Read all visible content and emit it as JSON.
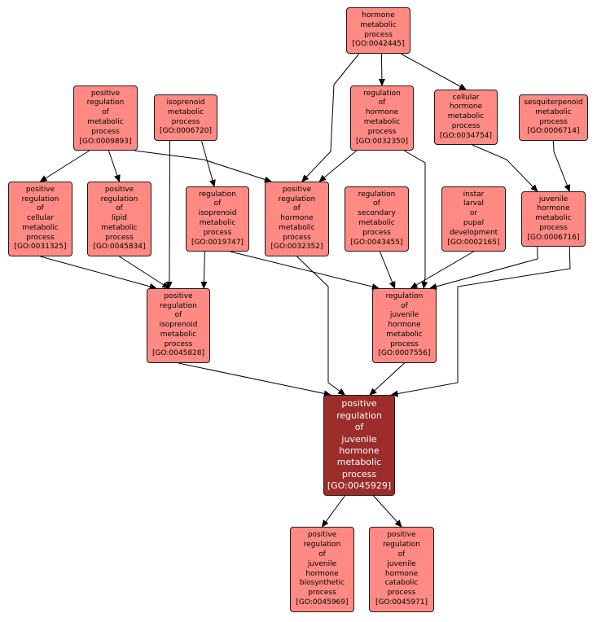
{
  "nodes": [
    {
      "id": "GO:0042445",
      "lines": [
        "hormone",
        "metabolic",
        "process",
        "[GO:0042445]"
      ]
    },
    {
      "id": "GO:0009893",
      "lines": [
        "positive",
        "regulation",
        "of",
        "metabolic",
        "process",
        "[GO:0009893]"
      ]
    },
    {
      "id": "GO:0006720",
      "lines": [
        "isoprenoid",
        "metabolic",
        "process",
        "[GO:0006720]"
      ]
    },
    {
      "id": "GO:0032350",
      "lines": [
        "regulation",
        "of",
        "hormone",
        "metabolic",
        "process",
        "[GO:0032350]"
      ]
    },
    {
      "id": "GO:0034754",
      "lines": [
        "cellular",
        "hormone",
        "metabolic",
        "process",
        "[GO:0034754]"
      ]
    },
    {
      "id": "GO:0006714",
      "lines": [
        "sesquiterpenoid",
        "metabolic",
        "process",
        "[GO:0006714]"
      ]
    },
    {
      "id": "GO:0031325",
      "lines": [
        "positive",
        "regulation",
        "of",
        "cellular",
        "metabolic",
        "process",
        "[GO:0031325]"
      ]
    },
    {
      "id": "GO:0045834",
      "lines": [
        "positive",
        "regulation",
        "of",
        "lipid",
        "metabolic",
        "process",
        "[GO:0045834]"
      ]
    },
    {
      "id": "GO:0019747",
      "lines": [
        "regulation",
        "of",
        "isoprenoid",
        "metabolic",
        "process",
        "[GO:0019747]"
      ]
    },
    {
      "id": "GO:0032352",
      "lines": [
        "positive",
        "regulation",
        "of",
        "hormone",
        "metabolic",
        "process",
        "[GO:0032352]"
      ]
    },
    {
      "id": "GO:0043455",
      "lines": [
        "regulation",
        "of",
        "secondary",
        "metabolic",
        "process",
        "[GO:0043455]"
      ]
    },
    {
      "id": "GO:0002165",
      "lines": [
        "instar",
        "larval",
        "or",
        "pupal",
        "development",
        "[GO:0002165]"
      ]
    },
    {
      "id": "GO:0006716",
      "lines": [
        "juvenile",
        "hormone",
        "metabolic",
        "process",
        "[GO:0006716]"
      ]
    },
    {
      "id": "GO:0045828",
      "lines": [
        "positive",
        "regulation",
        "of",
        "isoprenoid",
        "metabolic",
        "process",
        "[GO:0045828]"
      ]
    },
    {
      "id": "GO:0007556",
      "lines": [
        "regulation",
        "of",
        "juvenile",
        "hormone",
        "metabolic",
        "process",
        "[GO:0007556]"
      ]
    },
    {
      "id": "GO:0045929",
      "focus": true,
      "lines": [
        "positive",
        "regulation",
        "of",
        "juvenile",
        "hormone",
        "metabolic",
        "process",
        "[GO:0045929]"
      ]
    },
    {
      "id": "GO:0045969",
      "lines": [
        "positive",
        "regulation",
        "of",
        "juvenile",
        "hormone",
        "biosynthetic",
        "process",
        "[GO:0045969]"
      ]
    },
    {
      "id": "GO:0045971",
      "lines": [
        "positive",
        "regulation",
        "of",
        "juvenile",
        "hormone",
        "catabolic",
        "process",
        "[GO:0045971]"
      ]
    }
  ],
  "edges": [
    {
      "from": "GO:0042445",
      "to": "GO:0032350"
    },
    {
      "from": "GO:0042445",
      "to": "GO:0034754"
    },
    {
      "from": "GO:0042445",
      "to": "GO:0032352"
    },
    {
      "from": "GO:0009893",
      "to": "GO:0031325"
    },
    {
      "from": "GO:0009893",
      "to": "GO:0045834"
    },
    {
      "from": "GO:0009893",
      "to": "GO:0032352"
    },
    {
      "from": "GO:0006720",
      "to": "GO:0019747"
    },
    {
      "from": "GO:0006720",
      "to": "GO:0045828"
    },
    {
      "from": "GO:0032350",
      "to": "GO:0032352"
    },
    {
      "from": "GO:0032350",
      "to": "GO:0007556"
    },
    {
      "from": "GO:0034754",
      "to": "GO:0006716"
    },
    {
      "from": "GO:0006714",
      "to": "GO:0006716"
    },
    {
      "from": "GO:0031325",
      "to": "GO:0045828"
    },
    {
      "from": "GO:0045834",
      "to": "GO:0045828"
    },
    {
      "from": "GO:0019747",
      "to": "GO:0045828"
    },
    {
      "from": "GO:0019747",
      "to": "GO:0007556"
    },
    {
      "from": "GO:0043455",
      "to": "GO:0007556"
    },
    {
      "from": "GO:0002165",
      "to": "GO:0007556"
    },
    {
      "from": "GO:0006716",
      "to": "GO:0007556"
    },
    {
      "from": "GO:0006716",
      "to": "GO:0045929"
    },
    {
      "from": "GO:0032352",
      "to": "GO:0045929"
    },
    {
      "from": "GO:0045828",
      "to": "GO:0045929"
    },
    {
      "from": "GO:0007556",
      "to": "GO:0045929"
    },
    {
      "from": "GO:0045929",
      "to": "GO:0045969"
    },
    {
      "from": "GO:0045929",
      "to": "GO:0045971"
    }
  ],
  "colors": {
    "node_fill": "#ff8a84",
    "focus_fill": "#9c2d2a",
    "edge": "#000000"
  }
}
